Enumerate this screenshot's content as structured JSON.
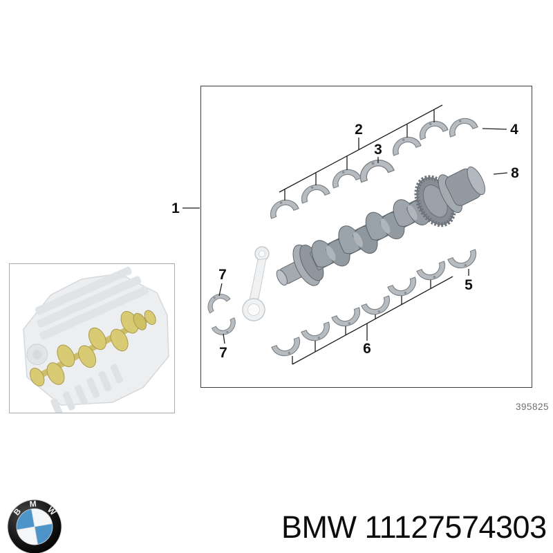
{
  "diagram": {
    "doc_number": "395825",
    "callouts": {
      "n1": "1",
      "n2": "2",
      "n3": "3",
      "n4": "4",
      "n5": "5",
      "n6": "6",
      "n7a": "7",
      "n7b": "7",
      "n8": "8"
    }
  },
  "footer": {
    "part_label": "BMW 11127574303",
    "logo": {
      "letter_b": "B",
      "letter_m": "M",
      "letter_w": "W"
    }
  },
  "colors": {
    "crank_gray": "#98a0a7",
    "crank_dark": "#5f656b",
    "shell_gray": "#b7bcc1",
    "highlight_yellow": "#d9ca74",
    "highlight_yellow_dark": "#a99b50",
    "engine_faded": "#eaecee",
    "bmw_blue": "#4d94c8",
    "line_black": "#1c1c1c"
  }
}
